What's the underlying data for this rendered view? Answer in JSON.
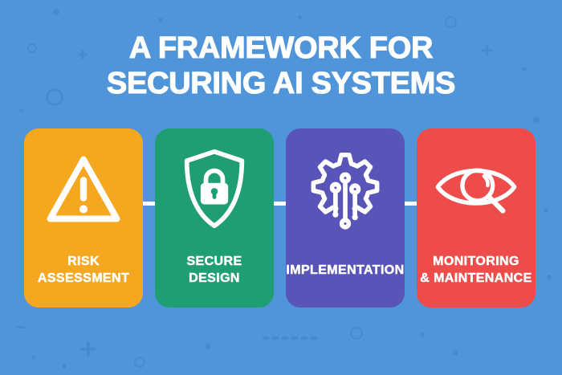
{
  "title": {
    "line1": "A FRAMEWORK FOR",
    "line2": "SECURING AI SYSTEMS"
  },
  "steps": [
    {
      "id": "risk-assessment",
      "icon": "warning-triangle-icon",
      "color": "#F6A720",
      "label_lines": [
        "RISK",
        "ASSESSMENT"
      ]
    },
    {
      "id": "secure-design",
      "icon": "shield-lock-icon",
      "color": "#1F9E74",
      "label_lines": [
        "SECURE",
        "DESIGN"
      ]
    },
    {
      "id": "implementation",
      "icon": "ai-gear-circuit-icon",
      "color": "#5954B8",
      "label_lines": [
        "IMPLEMENTATION"
      ]
    },
    {
      "id": "monitoring-maintenance",
      "icon": "eye-magnifier-icon",
      "color": "#EE4B4B",
      "label_lines": [
        "MONITORING",
        "& MAINTENANCE"
      ]
    }
  ],
  "colors": {
    "background": "#5095DA",
    "decoration": "#4587CC",
    "connector": "#FFFFFF",
    "text": "#FFFFFF"
  }
}
